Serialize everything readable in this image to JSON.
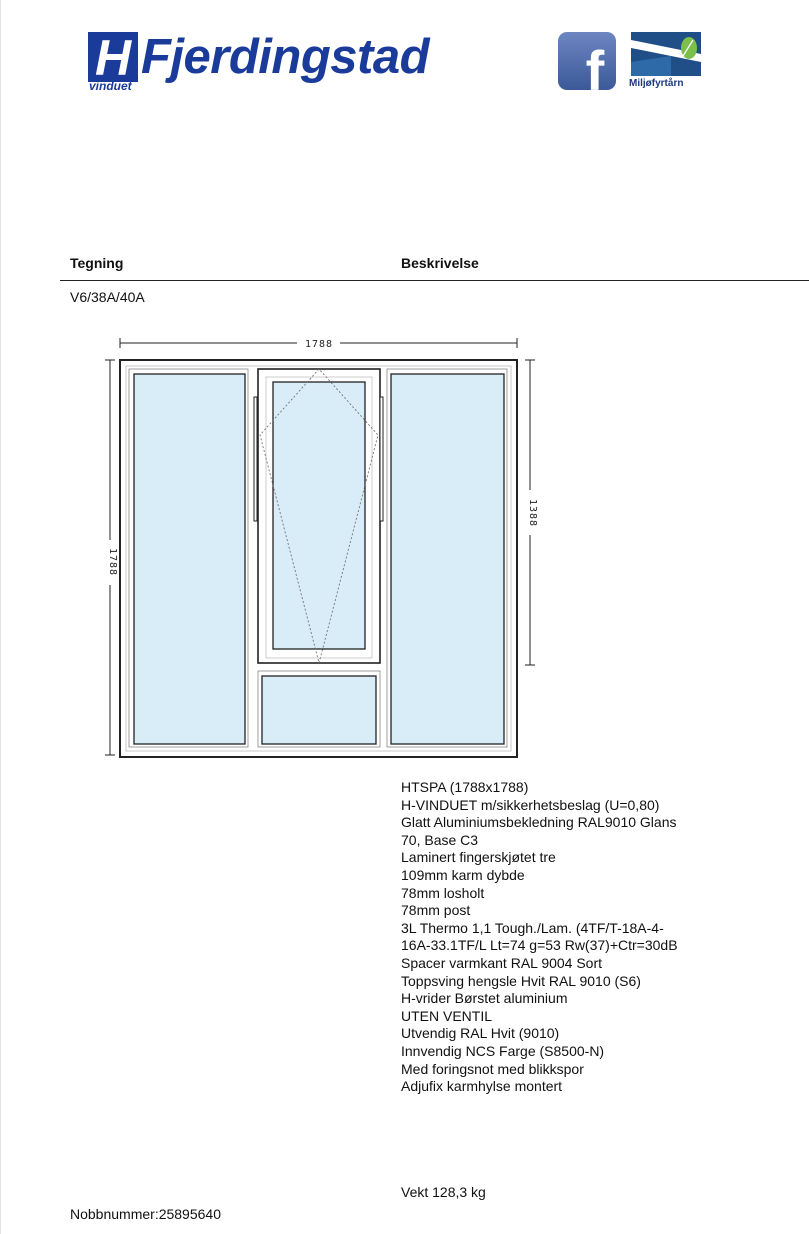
{
  "header": {
    "logo_letter": "H",
    "brand_name": "Fjerdingstad",
    "brand_sub": "vinduet",
    "facebook_letter": "f",
    "miljofyrtarn_label": "Miljøfyrtårn"
  },
  "columns": {
    "drawing_heading": "Tegning",
    "description_heading": "Beskrivelse"
  },
  "drawing": {
    "id": "V6/38A/40A",
    "dim_width": "1788",
    "dim_height": "1788",
    "dim_upper_height": "1388"
  },
  "description": {
    "lines": [
      "HTSPA (1788x1788)",
      "H-VINDUET  m/sikkerhetsbeslag (U=0,80)",
      "Glatt Aluminiumsbekledning RAL9010 Glans",
      "70, Base C3",
      "Laminert fingerskjøtet tre",
      "109mm karm dybde",
      "78mm losholt",
      "78mm post",
      "3L Thermo 1,1 Tough./Lam. (4TF/T-18A-4-",
      "16A-33.1TF/L Lt=74 g=53 Rw(37)+Ctr=30dB",
      "Spacer varmkant RAL 9004 Sort",
      "Toppsving hengsle Hvit RAL 9010 (S6)",
      "H-vrider Børstet aluminium",
      "UTEN VENTIL",
      "Utvendig RAL Hvit (9010)",
      "Innvendig NCS Farge (S8500-N)",
      "Med foringsnot med blikkspor",
      "Adjufix karmhylse montert"
    ],
    "weight": "Vekt 128,3 kg"
  },
  "footer": {
    "nobb": "Nobbnummer:25895640"
  },
  "colors": {
    "brand_blue": "#1a3b9a",
    "glass": "#d8edf8",
    "frame": "#222222",
    "facebook_blue": "#3b5998"
  }
}
